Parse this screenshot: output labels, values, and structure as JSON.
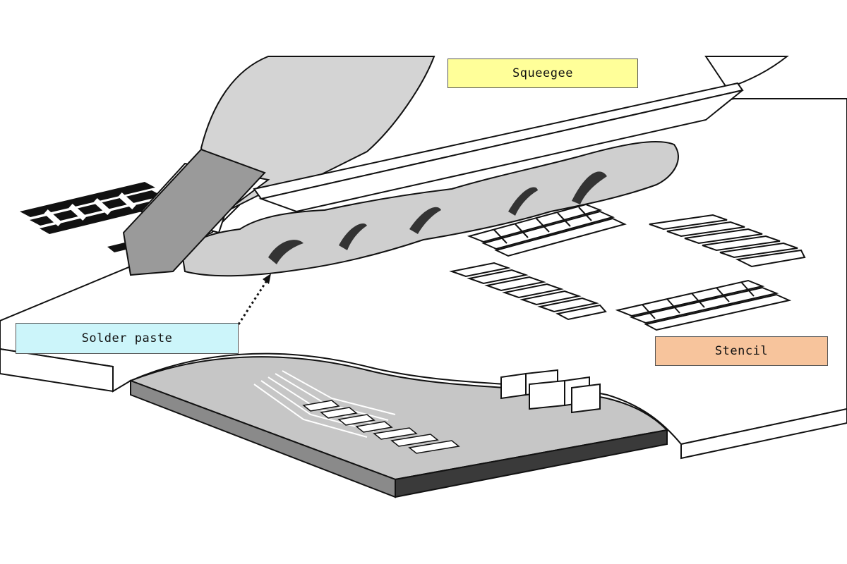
{
  "labels": {
    "squeegee": "Squeegee",
    "solder_paste": "Solder paste",
    "stencil": "Stencil"
  },
  "colors": {
    "squeegee_label_bg": "#ffff99",
    "solder_paste_label_bg": "#ccf5fa",
    "stencil_label_bg": "#f7c49c",
    "line": "#111111",
    "hand_fill": "#d4d4d4",
    "paste_fill": "#cfcfcf",
    "board_fill": "#bfbfbf",
    "board_edge_dark": "#444444",
    "holder_fill": "#9a9a9a"
  }
}
